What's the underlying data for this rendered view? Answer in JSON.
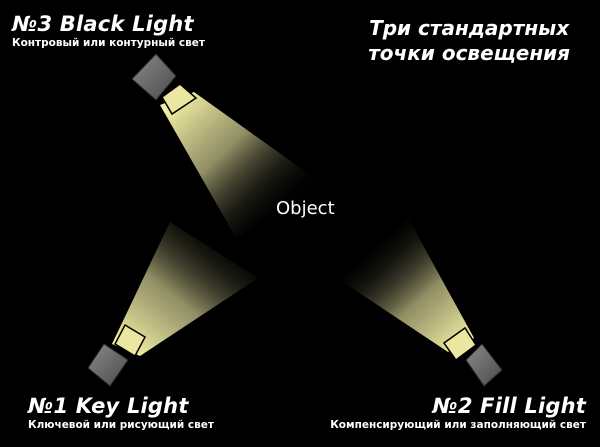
{
  "title_lines": [
    "Три стандартных",
    "точки освещения"
  ],
  "object_label": "Object",
  "lights": {
    "back": {
      "title": "№3 Black Light",
      "subtitle": "Контровый или контурный свет"
    },
    "key": {
      "title": "№1 Key Light",
      "subtitle": "Ключевой или рисующий свет"
    },
    "fill": {
      "title": "№2 Fill Light",
      "subtitle": "Компенсирующий или заполняющий свет"
    }
  },
  "colors": {
    "background": "#000000",
    "text": "#ffffff",
    "beam": "#f4f1a6",
    "lens": "#ebe7a0",
    "lamp_body": "#6a6a6a"
  }
}
